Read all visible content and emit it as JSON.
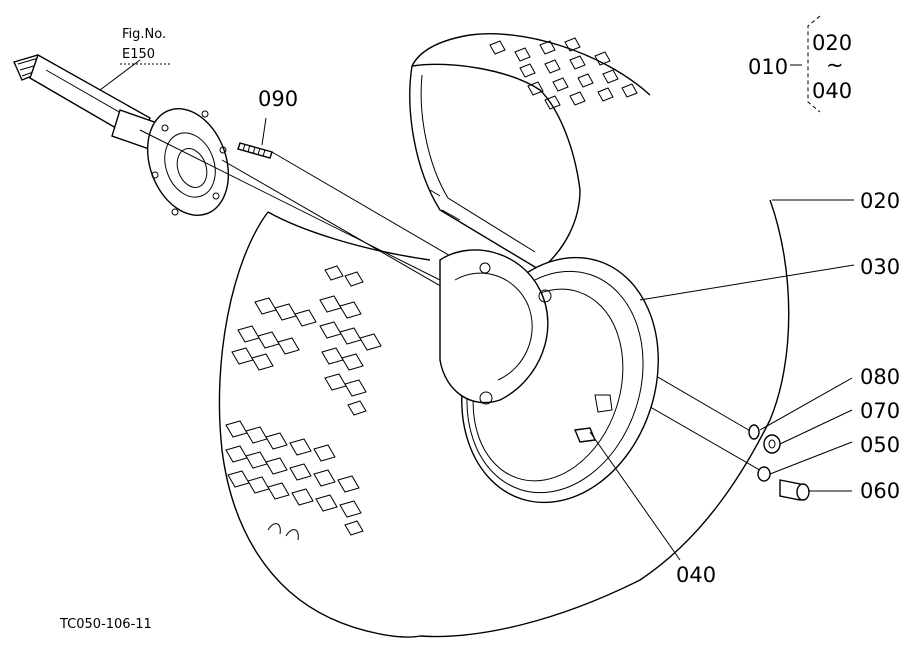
{
  "figure_ref": {
    "line1": "Fig.No.",
    "line2": "E150"
  },
  "range_label": {
    "main": "010",
    "from": "020",
    "tilde": "~",
    "to": "040"
  },
  "callouts": {
    "p020": "020",
    "p030": "030",
    "p040": "040",
    "p050": "050",
    "p060": "060",
    "p070": "070",
    "p080": "080",
    "p090": "090"
  },
  "drawing_code": "TC050-106-11"
}
